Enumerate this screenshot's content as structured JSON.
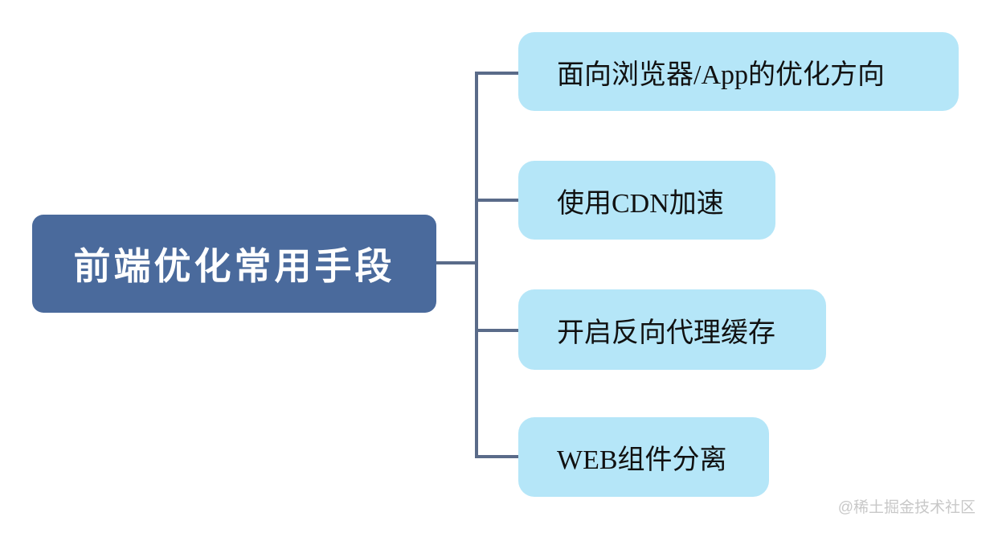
{
  "diagram": {
    "root": {
      "label": "前端优化常用手段"
    },
    "children": [
      {
        "label": "面向浏览器/App的优化方向"
      },
      {
        "label": "使用CDN加速"
      },
      {
        "label": "开启反向代理缓存"
      },
      {
        "label": "WEB组件分离"
      }
    ],
    "colors": {
      "root_fill": "#4a6a9c",
      "child_fill": "#b5e6f8",
      "connector": "#5a6b89",
      "root_text": "#ffffff",
      "child_text": "#111111",
      "watermark_text": "#c8c8c8"
    }
  },
  "watermark": {
    "label": "@稀土掘金技术社区"
  }
}
